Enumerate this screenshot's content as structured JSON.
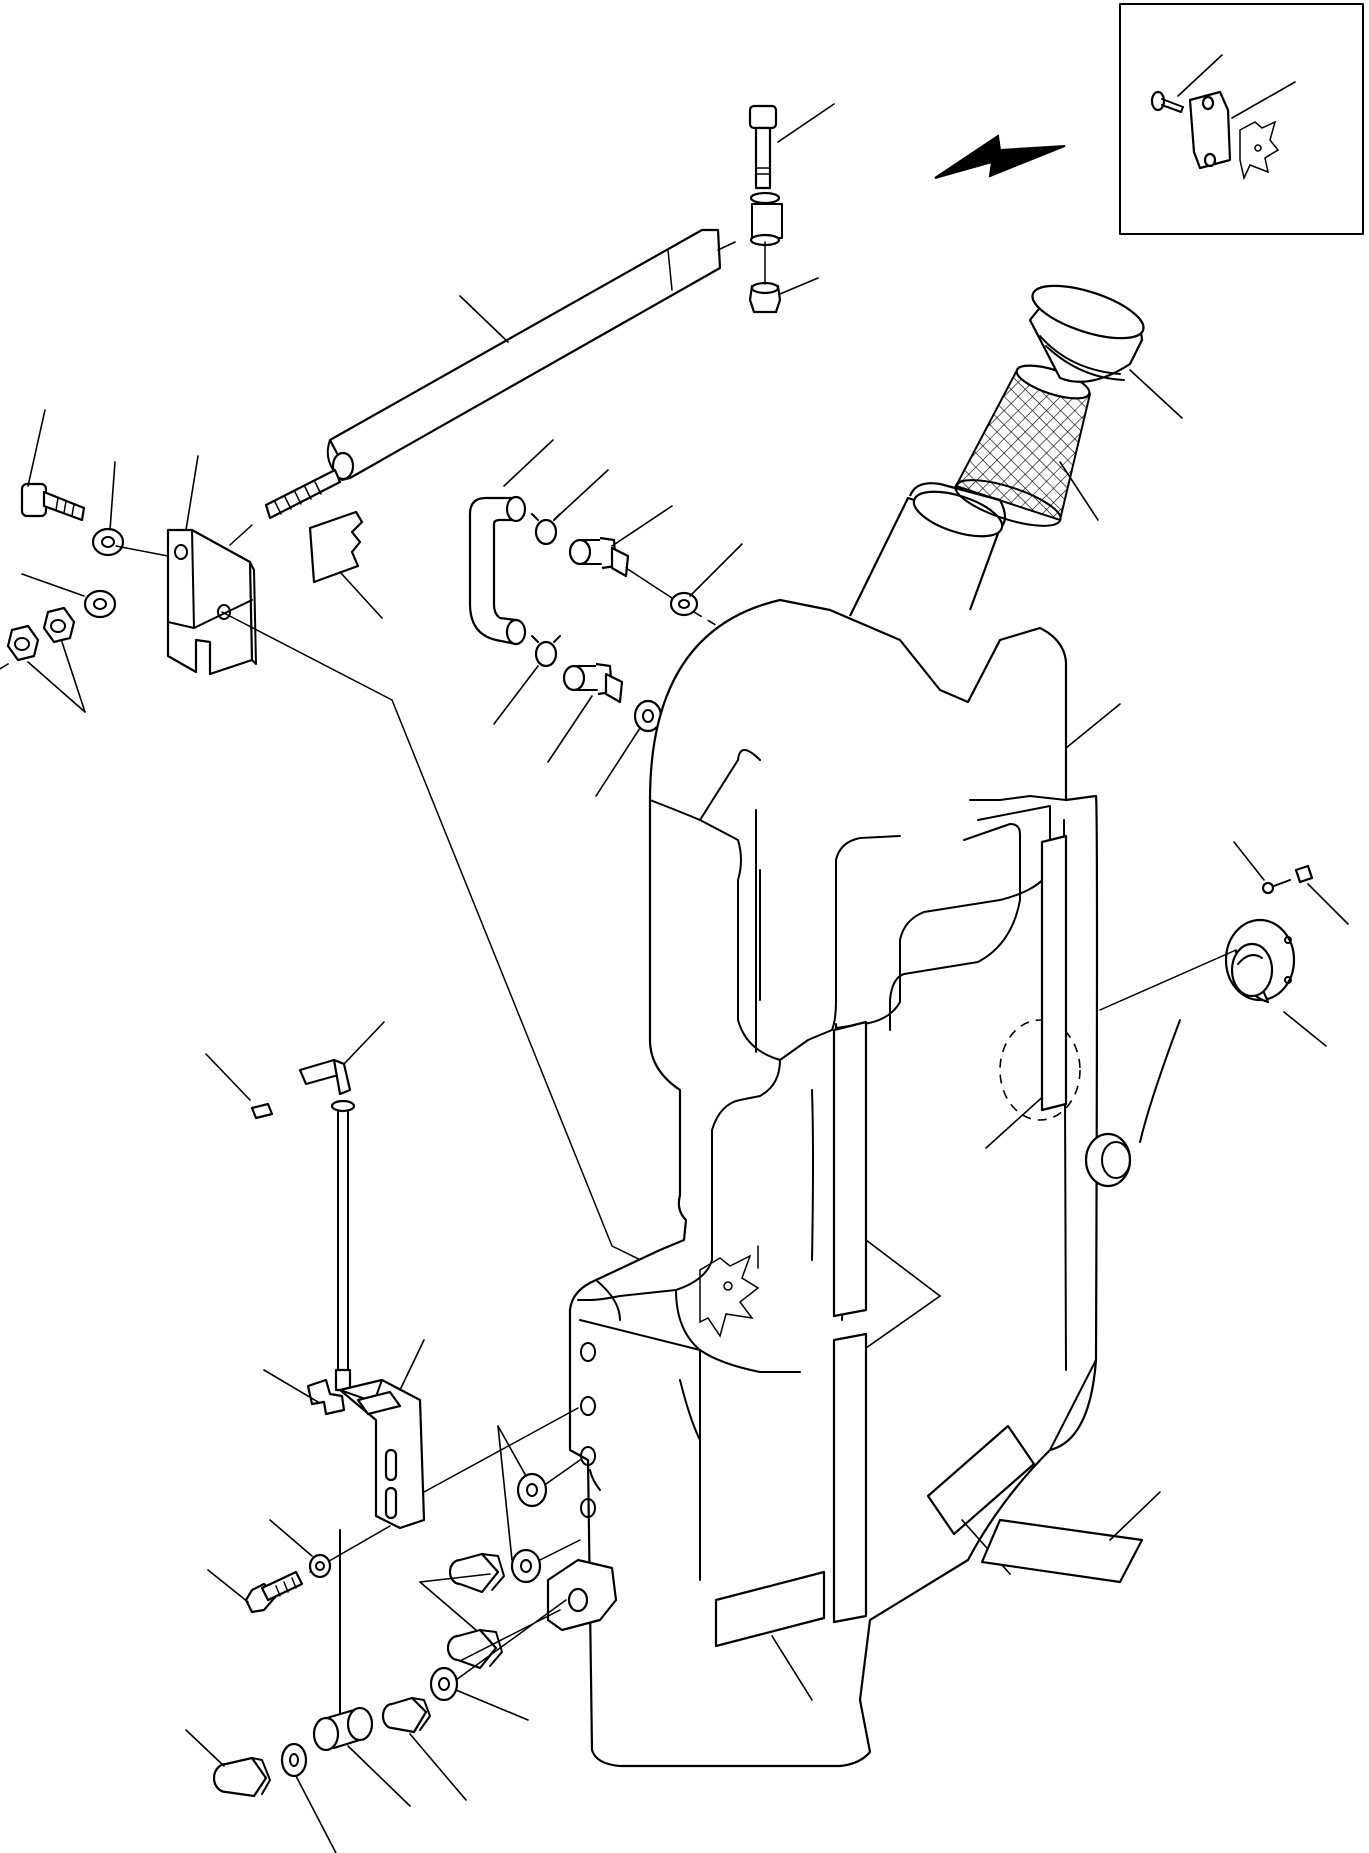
{
  "diagram": {
    "kind": "exploded-parts-view",
    "has_text_labels": false,
    "inset_detail": true,
    "colors": {
      "line": "#000000",
      "background": "#ffffff"
    },
    "parts": [
      {
        "name": "fuel-tank",
        "icon": "fuel-tank"
      },
      {
        "name": "filler-neck-cap",
        "icon": "cap"
      },
      {
        "name": "strainer",
        "icon": "mesh-filter"
      },
      {
        "name": "tank-strap",
        "icon": "strap"
      },
      {
        "name": "strap-bolt",
        "icon": "bolt"
      },
      {
        "name": "strap-nut",
        "icon": "nut"
      },
      {
        "name": "mounting-bracket",
        "icon": "bracket"
      },
      {
        "name": "breather-hose",
        "icon": "hose"
      },
      {
        "name": "hose-clamp",
        "icon": "clamp"
      },
      {
        "name": "hose-fitting",
        "icon": "fitting"
      },
      {
        "name": "level-sender",
        "icon": "sender-unit"
      },
      {
        "name": "rubber-pad",
        "icon": "pad"
      },
      {
        "name": "drain-plug",
        "icon": "plug"
      },
      {
        "name": "control-rod",
        "icon": "rod"
      },
      {
        "name": "rod-bracket",
        "icon": "bracket"
      }
    ]
  }
}
